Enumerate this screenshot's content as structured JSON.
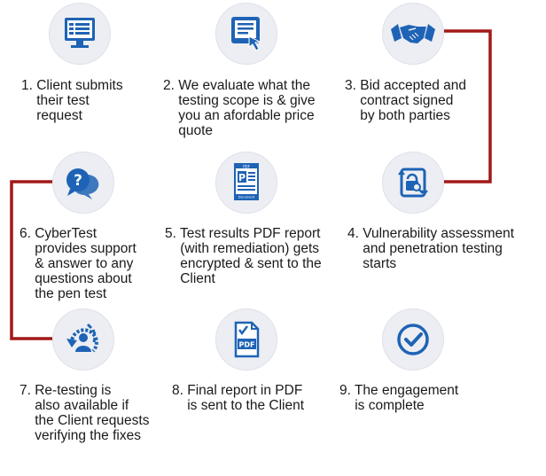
{
  "colors": {
    "icon_blue": "#1e63b5",
    "circle_bg": "#eceef3",
    "connector_red": "#a31818",
    "text": "#1a1a1a"
  },
  "steps": [
    {
      "icon": "computer-form-icon",
      "lines": [
        "1. Client submits",
        "    their test",
        "    request"
      ]
    },
    {
      "icon": "tablet-touch-icon",
      "lines": [
        "2. We evaluate what the",
        "    testing scope is & give",
        "    you an afordable price",
        "    quote"
      ]
    },
    {
      "icon": "handshake-icon",
      "lines": [
        "3. Bid accepted and",
        "    contract signed",
        "    by both parties"
      ]
    },
    {
      "icon": "lock-search-icon",
      "lines": [
        "4. Vulnerability assessment",
        "    and penetration testing",
        "    starts"
      ]
    },
    {
      "icon": "pdf-document-icon",
      "lines": [
        "5. Test results PDF report",
        "    (with remediation) gets",
        "    encrypted & sent to the",
        "    Client"
      ]
    },
    {
      "icon": "chat-question-icon",
      "lines": [
        "6. CyberTest",
        "    provides support",
        "    & answer to any",
        "    questions about",
        "    the pen test"
      ]
    },
    {
      "icon": "retest-cycle-icon",
      "lines": [
        "7. Re-testing is",
        "    also available if",
        "    the Client requests",
        "    verifying the fixes"
      ]
    },
    {
      "icon": "pdf-file-check-icon",
      "lines": [
        "8. Final report in PDF",
        "    is sent to the Client"
      ]
    },
    {
      "icon": "check-circle-icon",
      "lines": [
        "9. The engagement",
        "    is complete"
      ]
    }
  ],
  "icon_text": {
    "pdf_label": "PDF",
    "doc_label": "Document"
  }
}
